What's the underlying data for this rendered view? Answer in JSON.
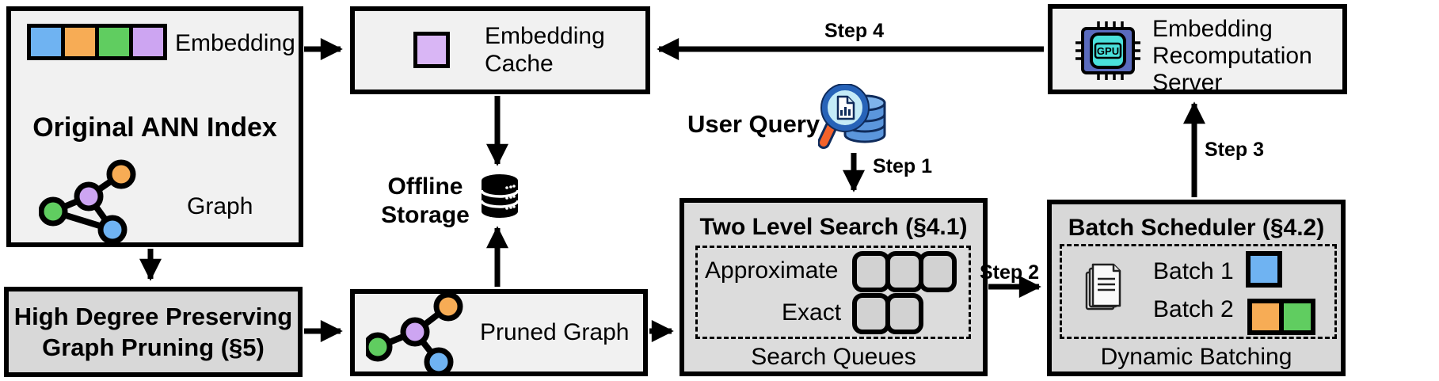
{
  "diagram": {
    "original_ann_index": {
      "title": "Original ANN Index",
      "embedding_label": "Embedding",
      "graph_label": "Graph"
    },
    "high_degree_pruning": {
      "label": "High Degree Preserving\nGraph Pruning (§5)"
    },
    "embedding_cache": {
      "label": "Embedding\nCache"
    },
    "offline_storage": {
      "label": "Offline\nStorage"
    },
    "pruned_graph": {
      "label": "Pruned Graph"
    },
    "user_query": {
      "label": "User Query"
    },
    "two_level_search": {
      "title": "Two Level Search (§4.1)",
      "approximate_label": "Approximate",
      "approximate_slot_count": 3,
      "exact_label": "Exact",
      "exact_slot_count": 2,
      "footer": "Search Queues"
    },
    "batch_scheduler": {
      "title": "Batch Scheduler (§4.2)",
      "batch1_label": "Batch 1",
      "batch1_colors": [
        "blue"
      ],
      "batch2_label": "Batch 2",
      "batch2_colors": [
        "orange",
        "green"
      ],
      "footer": "Dynamic Batching"
    },
    "embedding_recomputation_server": {
      "label": "Embedding\nRecomputation\nServer",
      "chip_label": "GPU"
    },
    "steps": {
      "step1": "Step 1",
      "step2": "Step 2",
      "step3": "Step 3",
      "step4": "Step 4"
    },
    "colors": {
      "blue": "#6FB3F2",
      "orange": "#F7AC55",
      "green": "#60CD60",
      "purple": "#CDA5F2",
      "cache_purple": "#D9B6F5",
      "light_box_bg": "#F1F1F1",
      "gray_box_bg": "#DBDBDB",
      "queue_slot_bg": "#D2D2D2",
      "line": "#000000"
    }
  }
}
